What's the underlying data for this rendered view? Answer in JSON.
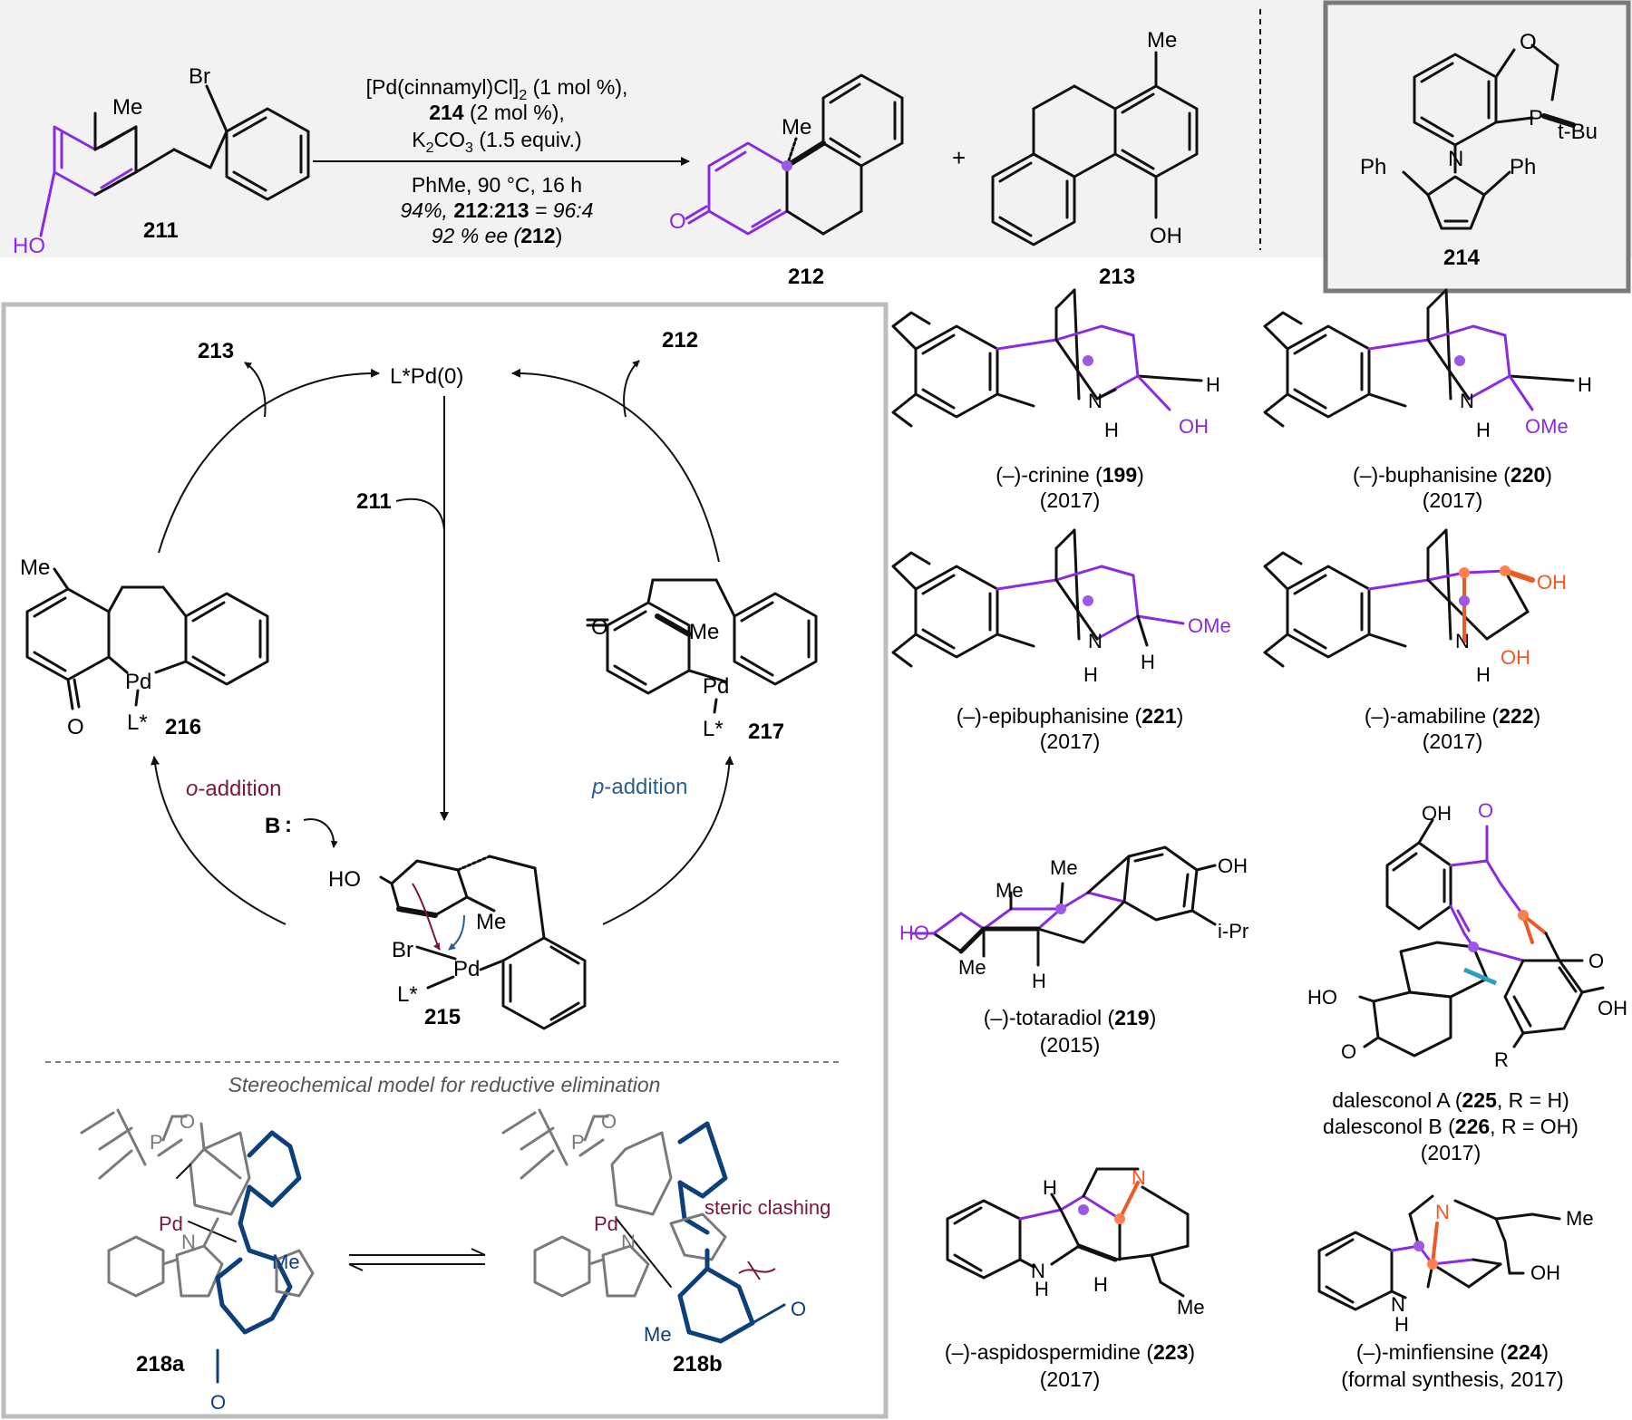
{
  "colors": {
    "header_bg": "#f2f2f2",
    "purple": "#8a2be2",
    "orange": "#ee5a24",
    "teal": "#2a9fbf",
    "dark_blue": "#0d3f7a",
    "maroon": "#7a1838",
    "steel_blue": "#2c5f8a",
    "gray": "#7a7a7a"
  },
  "reaction": {
    "reactant_id": "211",
    "reactant_labels": {
      "me": "Me",
      "br": "Br",
      "ho": "HO"
    },
    "conditions": {
      "line1_a": "[Pd(cinnamyl)Cl]",
      "line1_sub": "2",
      "line1_b": " (1 mol %),",
      "line2_bold": "214",
      "line2_rest": " (2 mol %),",
      "line3_a": "K",
      "line3_sub1": "2",
      "line3_b": "CO",
      "line3_sub2": "3",
      "line3_c": " (1.5 equiv.)",
      "line4": "PhMe, 90 °C, 16 h",
      "line5_a": "94%, ",
      "line5_b": "212",
      "line5_c": ":",
      "line5_d": "213",
      "line5_e": " = 96:4",
      "line6_a": "92 % ee (",
      "line6_b": "212",
      "line6_c": ")"
    },
    "product1_id": "212",
    "product1_labels": {
      "me": "Me",
      "o": "O"
    },
    "plus": "+",
    "product2_id": "213",
    "product2_labels": {
      "me": "Me",
      "oh": "OH"
    },
    "ligand_id": "214",
    "ligand_labels": {
      "o": "O",
      "p": "P",
      "tbu": "t-Bu",
      "n": "N",
      "ph_left": "Ph",
      "ph_right": "Ph"
    }
  },
  "cycle": {
    "catalyst": "L*Pd(0)",
    "out_left": "213",
    "out_right": "212",
    "in_substrate": "211",
    "base": "B",
    "int_left_id": "216",
    "int_right_id": "217",
    "oa_id": "215",
    "o_add_italic": "o",
    "o_add_rest": "-addition",
    "p_add_italic": "p",
    "p_add_rest": "-addition",
    "atoms": {
      "me": "Me",
      "pd": "Pd",
      "l": "L*",
      "o": "O",
      "ho": "HO",
      "br": "Br"
    },
    "model_title": "Stereochemical model for reductive elimination",
    "model_left_id": "218a",
    "model_right_id": "218b",
    "steric": "steric clashing",
    "model_atoms": {
      "o": "O",
      "p": "P",
      "pd": "Pd",
      "n": "N",
      "me": "Me"
    }
  },
  "targets": [
    {
      "name": "(–)-crinine (",
      "id": "199",
      "close": ")",
      "year": "(2017)",
      "atoms": [
        "N",
        "H",
        "OH",
        "H"
      ]
    },
    {
      "name": "(–)-buphanisine (",
      "id": "220",
      "close": ")",
      "year": "(2017)",
      "atoms": [
        "N",
        "H",
        "OMe",
        "H"
      ]
    },
    {
      "name": "(–)-epibuphanisine (",
      "id": "221",
      "close": ")",
      "year": "(2017)",
      "atoms": [
        "N",
        "H",
        "OMe",
        "H"
      ]
    },
    {
      "name": "(–)-amabiline (",
      "id": "222",
      "close": ")",
      "year": "(2017)",
      "atoms": [
        "N",
        "H",
        "OH",
        "OH"
      ]
    },
    {
      "name": "(–)-totaradiol (",
      "id": "219",
      "close": ")",
      "year": "(2015)",
      "atoms": [
        "HO",
        "Me",
        "Me",
        "Me",
        "H",
        "OH",
        "i-Pr"
      ]
    },
    {
      "name": "dalesconol A (",
      "id": "225",
      "close": ", R = H)",
      "name2": "dalesconol B (",
      "id2": "226",
      "close2": ", R = OH)",
      "year": "(2017)",
      "atoms": [
        "OH",
        "O",
        "O",
        "HO",
        "OH",
        "O",
        "R"
      ]
    },
    {
      "name": "(–)-aspidospermidine (",
      "id": "223",
      "close": ")",
      "year": "(2017)",
      "atoms": [
        "H",
        "N",
        "N",
        "H",
        "H",
        "Me"
      ]
    },
    {
      "name": "(–)-minfiensine (",
      "id": "224",
      "close": ")",
      "year": "(formal synthesis, 2017)",
      "atoms": [
        "N",
        "Me",
        "OH",
        "N",
        "H"
      ]
    }
  ]
}
